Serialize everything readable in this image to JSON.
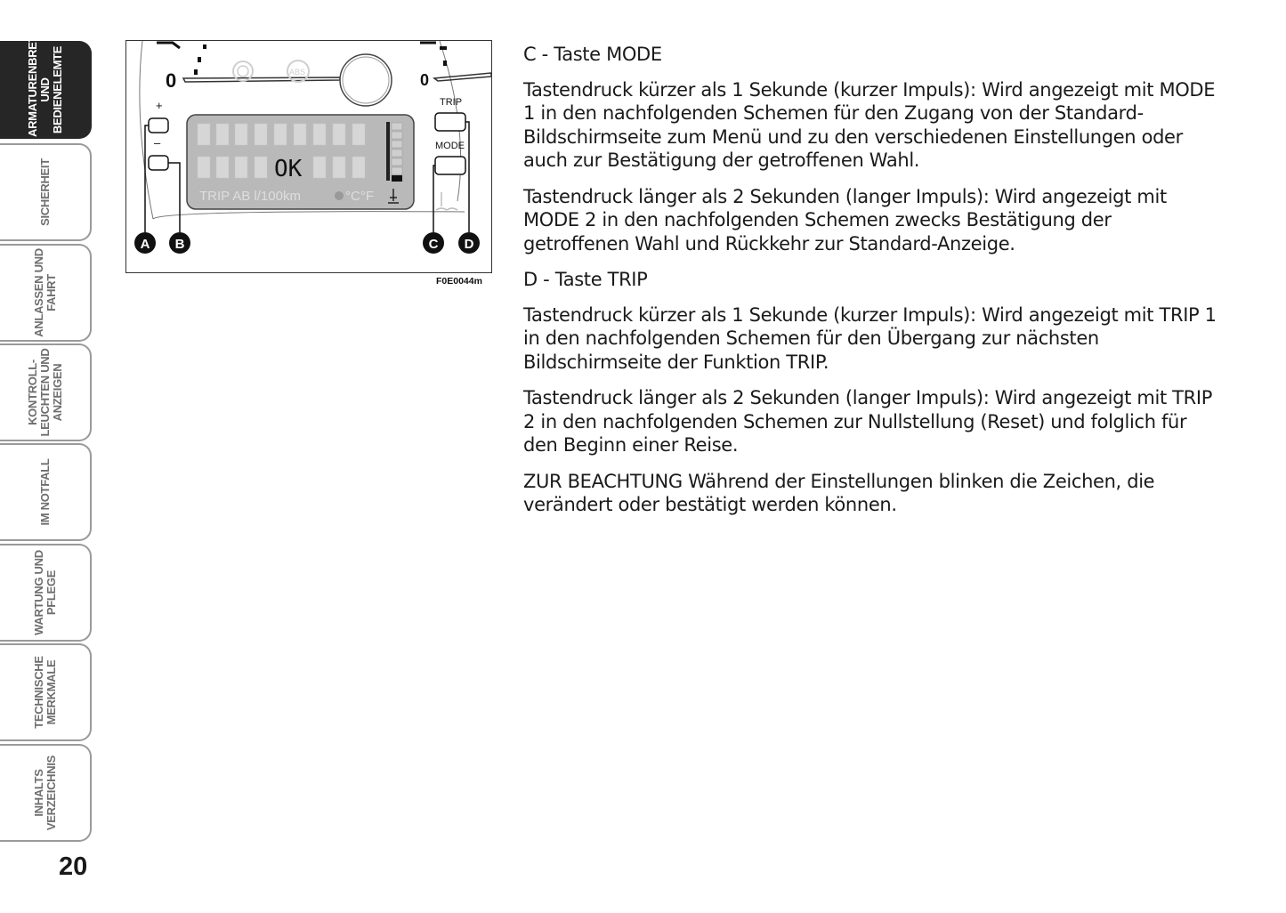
{
  "sidebar": {
    "tabs": [
      {
        "label": "ARMATURENBRETT\nUND\nBEDIENELEMTE",
        "active": true
      },
      {
        "label": "SICHERHEIT",
        "active": false
      },
      {
        "label": "ANLASSEN UND\nFAHRT",
        "active": false
      },
      {
        "label": "KONTROLL-\nLEUCHTEN UND\nANZEIGEN",
        "active": false
      },
      {
        "label": "IM NOTFALL",
        "active": false
      },
      {
        "label": "WARTUNG UND\nPFLEGE",
        "active": false
      },
      {
        "label": "TECHNISCHE\nMERKMALE",
        "active": false
      },
      {
        "label": "INHALTS\nVERZEICHNIS",
        "active": false
      }
    ]
  },
  "page_number": "20",
  "figure": {
    "caption": "F0E0044m",
    "display_text": "OK",
    "display_status": "TRIP AB l/100km",
    "display_units": "°C°F",
    "button_trip": "TRIP",
    "button_mode": "MODE",
    "button_plus": "+",
    "button_minus": "–",
    "gauge_zero_left": "0",
    "gauge_zero_right": "0",
    "callouts": [
      "A",
      "B",
      "C",
      "D"
    ]
  },
  "text": {
    "heading_c": "C - Taste MODE",
    "para_c1": "Tastendruck kürzer als 1 Sekunde (kurzer Impuls): Wird angezeigt mit MODE 1 in den nachfolgenden Schemen für den Zugang von der Standard-Bildschirmseite zum Menü und zu den verschiedenen Einstellungen oder auch zur Bestätigung der getroffenen Wahl.",
    "para_c2": "Tastendruck länger als 2 Sekunden (langer Impuls): Wird angezeigt mit MODE 2 in den nachfolgenden Schemen zwecks Bestätigung der getroffenen Wahl und Rückkehr zur Standard-Anzeige.",
    "heading_d": "D - Taste TRIP",
    "para_d1": "Tastendruck kürzer als 1 Sekunde (kurzer Impuls): Wird angezeigt mit TRIP 1 in den nachfolgenden Schemen für den Übergang zur nächsten Bildschirmseite der Funktion TRIP.",
    "para_d2": "Tastendruck länger als 2 Sekunden (langer Impuls): Wird angezeigt mit TRIP 2 in den nachfolgenden Schemen zur Nullstellung (Reset) und folglich für den Beginn einer Reise.",
    "note": "ZUR BEACHTUNG Während der Einstellungen blinken die Zeichen, die verändert oder bestätigt werden können."
  }
}
